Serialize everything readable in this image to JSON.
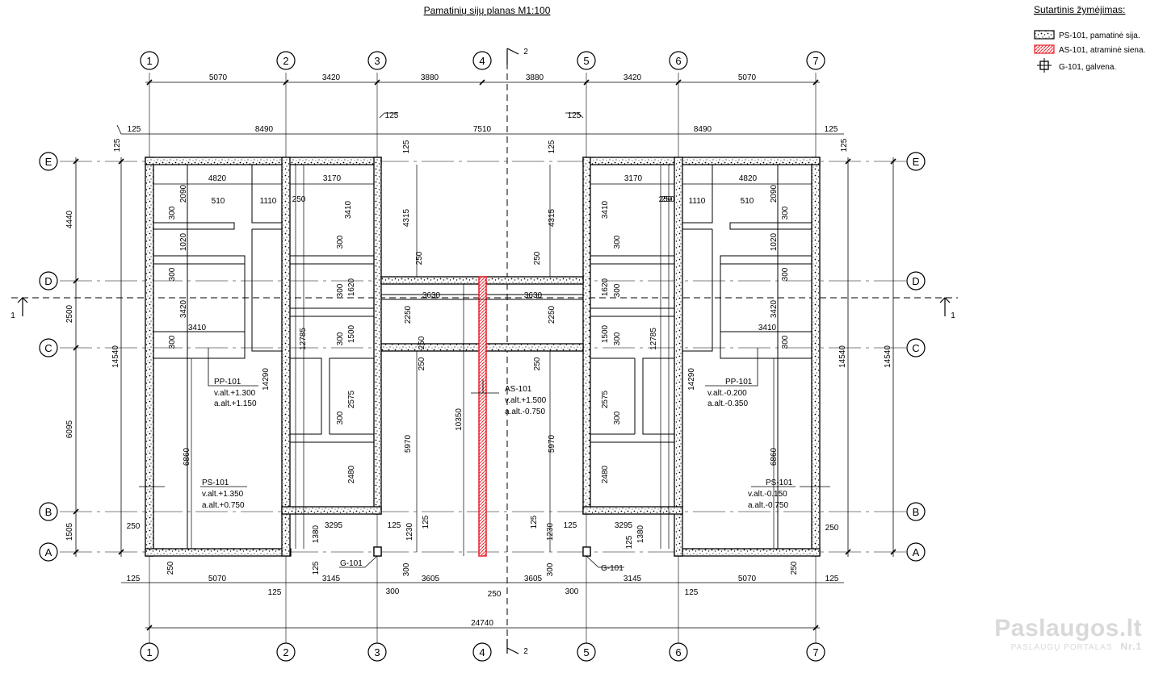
{
  "title": "Pamatinių sijų planas M1:100",
  "legend": {
    "heading": "Sutartinis žymėjimas:",
    "items": [
      {
        "symbol": "beam-hatch",
        "label": "PS-101, pamatinė sija."
      },
      {
        "symbol": "wall-hatch",
        "label": "AS-101, atraminė siena."
      },
      {
        "symbol": "pile-mark",
        "label": "G-101, galvena."
      }
    ]
  },
  "colors": {
    "line": "#000000",
    "support_wall": "#e8202a",
    "watermark": "#d9d9d9"
  },
  "axes": {
    "vertical": [
      "1",
      "2",
      "3",
      "4",
      "5",
      "6",
      "7"
    ],
    "horizontal": [
      "E",
      "D",
      "C",
      "B",
      "A"
    ]
  },
  "dims": {
    "top_row1": [
      "5070",
      "3420",
      "3880",
      "3880",
      "3420",
      "5070"
    ],
    "top_row2": [
      "125",
      "8490",
      "125",
      "7510",
      "125",
      "8490",
      "125"
    ],
    "bottom_row": [
      "125",
      "5070",
      "125",
      "3145",
      "300",
      "3605",
      "250",
      "3605",
      "300",
      "3145",
      "125",
      "5070",
      "125"
    ],
    "total": "24740",
    "left_outer": [
      "4440",
      "2500",
      "6095",
      "1505"
    ],
    "side_total": "14540",
    "right_outer": "14540"
  },
  "inner_dims": {
    "left": [
      "4820",
      "3170",
      "2090",
      "510",
      "1110",
      "250",
      "3410",
      "300",
      "1020",
      "300",
      "3420",
      "300",
      "3410",
      "300",
      "1620",
      "300",
      "1500",
      "300",
      "12785",
      "14290",
      "2575",
      "300",
      "6860",
      "2480",
      "250",
      "250",
      "1380",
      "3295",
      "125",
      "1230",
      "125",
      "125",
      "250",
      "125",
      "300",
      "4315",
      "125",
      "250",
      "2250",
      "250",
      "5970",
      "3630",
      "10350"
    ],
    "right": [
      "3170",
      "4820",
      "250",
      "1110",
      "510",
      "2090",
      "3410",
      "300",
      "300",
      "1020",
      "4315",
      "125",
      "300",
      "1620",
      "300",
      "3420",
      "3410",
      "1500",
      "300",
      "12785",
      "300",
      "14290",
      "2575",
      "300",
      "6860",
      "2480",
      "250",
      "3630",
      "2250",
      "250",
      "5970",
      "125",
      "1230",
      "125",
      "3295",
      "1380",
      "125",
      "250",
      "250",
      "300",
      "125",
      "250"
    ]
  },
  "labels": {
    "pp_left": {
      "name": "PP-101",
      "v": "v.alt.+1.300",
      "a": "a.alt.+1.150"
    },
    "pp_right": {
      "name": "PP-101",
      "v": "v.alt.-0.200",
      "a": "a.alt.-0.350"
    },
    "ps_left": {
      "name": "PS-101",
      "v": "v.alt.+1.350",
      "a": "a.alt.+0.750"
    },
    "ps_right": {
      "name": "PS-101",
      "v": "v.alt.-0.150",
      "a": "a.alt.-0.750"
    },
    "as_mid": {
      "name": "AS-101",
      "v": "v.alt.+1.500",
      "a": "a.alt.-0.750"
    },
    "g_left": "G-101",
    "g_right": "G-101"
  },
  "sections": {
    "s1_left": "1",
    "s1_right": "1",
    "s2_top": "2",
    "s2_bottom": "2"
  },
  "watermark": {
    "name": "Paslaugos.lt",
    "sub": "PASLAUGŲ PORTALAS",
    "badge": "Nr.1"
  }
}
